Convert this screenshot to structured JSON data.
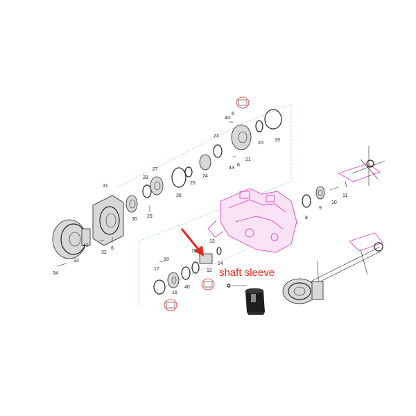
{
  "caption": "shaft sleeve",
  "colors": {
    "caption": "#e8281e",
    "arrow": "#e8281e",
    "housing": "#e040c8",
    "callout": "#e8281e"
  },
  "part_numbers": [
    "44",
    "6",
    "23",
    "20",
    "19",
    "43",
    "6",
    "21",
    "27",
    "28",
    "24",
    "25",
    "31",
    "26",
    "30",
    "29",
    "13",
    "15",
    "14",
    "12",
    "17",
    "18",
    "16",
    "40",
    "41",
    "32",
    "6",
    "33",
    "34",
    "8",
    "9",
    "10",
    "11"
  ]
}
